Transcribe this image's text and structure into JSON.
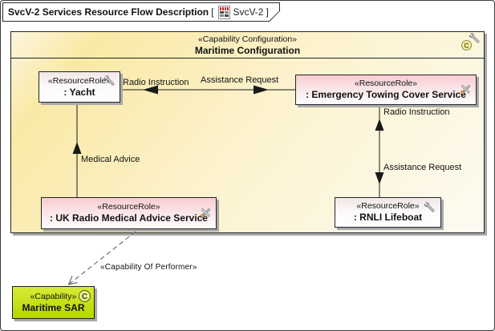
{
  "window": {
    "title": "SvcV-2 Services Resource Flow Description",
    "ref_open": "[",
    "ref_label": "SvcV-2",
    "ref_close": "]"
  },
  "frame": {
    "stereotype": "«Capability Configuration»",
    "name": "Maritime Configuration",
    "icon": "capability-configuration-icon"
  },
  "nodes": {
    "yacht": {
      "stereotype": "«ResourceRole»",
      "name": ": Yacht",
      "icon": "wrench-icon"
    },
    "emergency_towing": {
      "stereotype": "«ResourceRole»",
      "name": ": Emergency Towing Cover Service",
      "icon": "crossed-tools-icon"
    },
    "uk_radio_medical": {
      "stereotype": "«ResourceRole»",
      "name": ": UK Radio Medical Advice Service",
      "icon": "crossed-tools-icon"
    },
    "rnli_lifeboat": {
      "stereotype": "«ResourceRole»",
      "name": ": RNLI Lifeboat",
      "icon": "wrench-icon"
    }
  },
  "flows": {
    "yacht_radio_instruction": "Radio Instruction",
    "yacht_assistance_request": "Assistance Request",
    "medical_advice": "Medical Advice",
    "rnli_radio_instruction": "Radio Instruction",
    "rnli_assistance_request": "Assistance Request"
  },
  "dependency": {
    "stereotype_label": "«Capability Of Performer»"
  },
  "capability": {
    "stereotype": "«Capability»",
    "name": "Maritime SAR",
    "icon": "capability-c-icon"
  },
  "colors": {
    "frame_fill_gold": "#fae9a6",
    "frame_fill_light": "#fdfbf2",
    "resource_role_pink": "#f7ccd1",
    "capability_green": "#c3de14",
    "shadow_gray": "#a9a9a9",
    "connector_black": "#1a1a1a",
    "dependency_gray": "#707070"
  }
}
